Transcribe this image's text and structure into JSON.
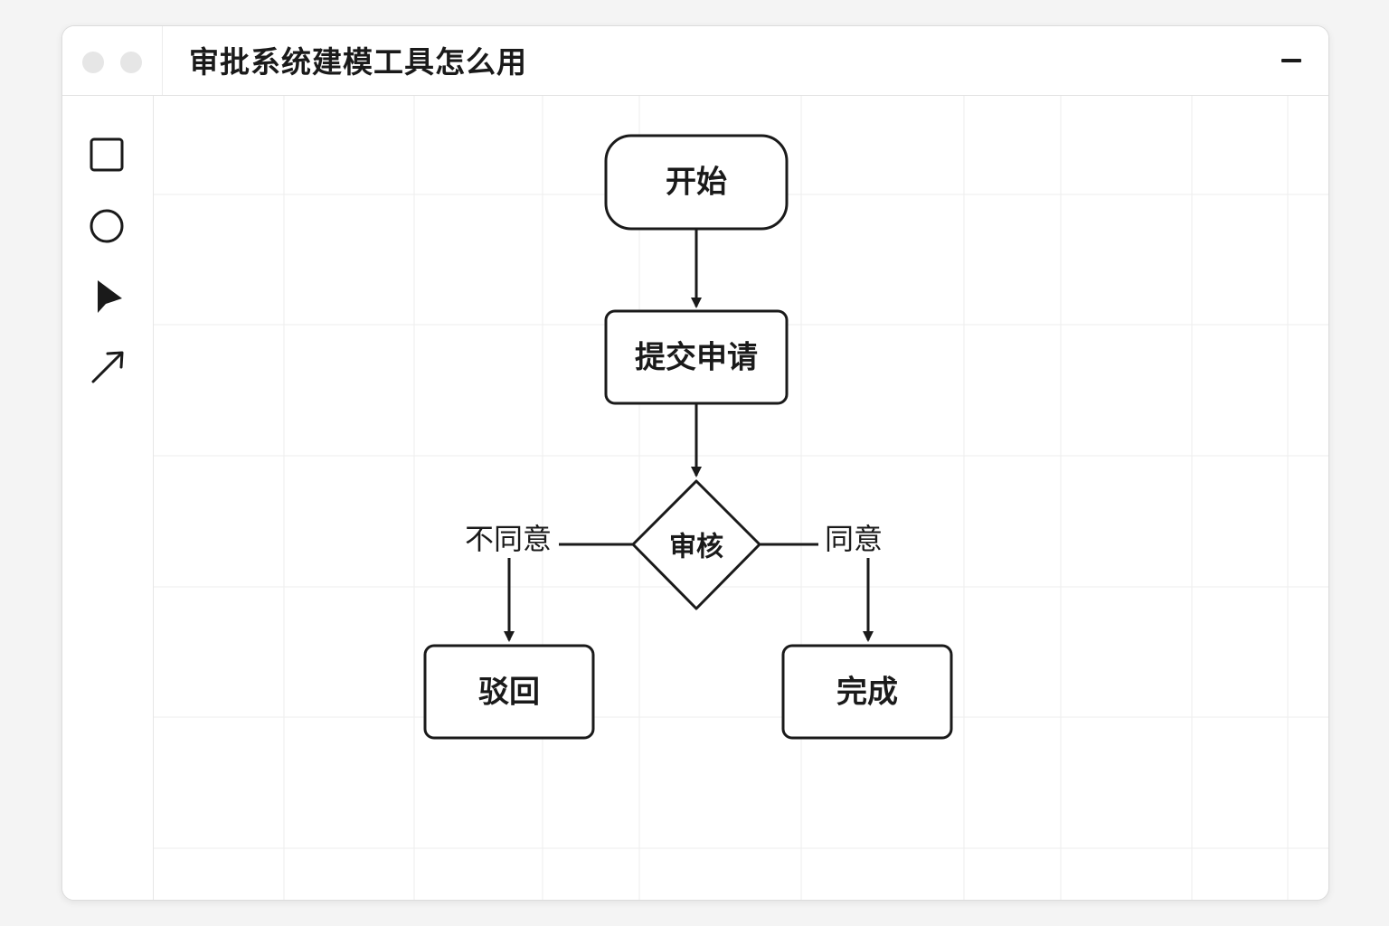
{
  "window": {
    "title": "审批系统建模工具怎么用"
  },
  "toolbar": {
    "tools": [
      {
        "name": "rectangle-tool",
        "icon": "square-icon"
      },
      {
        "name": "circle-tool",
        "icon": "circle-icon"
      },
      {
        "name": "select-tool",
        "icon": "pointer-icon"
      },
      {
        "name": "arrow-tool",
        "icon": "arrow-icon"
      }
    ]
  },
  "flowchart": {
    "nodes": {
      "start": "开始",
      "submit": "提交申请",
      "review": "审核",
      "reject": "驳回",
      "complete": "完成"
    },
    "edges": {
      "disagree": "不同意",
      "agree": "同意"
    }
  },
  "colors": {
    "stroke": "#1a1a1a",
    "grid": "#eeeeee",
    "background": "#ffffff"
  }
}
